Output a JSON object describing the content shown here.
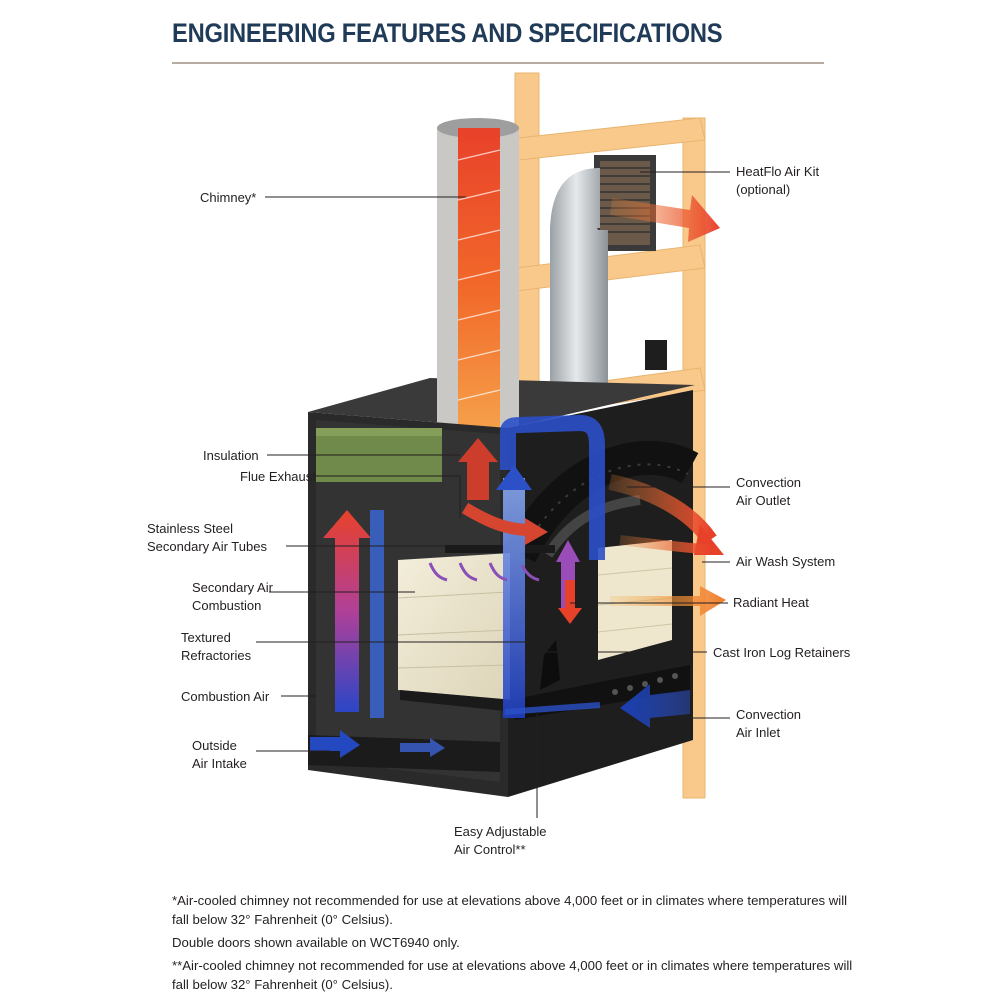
{
  "title": "ENGINEERING FEATURES AND SPECIFICATIONS",
  "labels": {
    "chimney": "Chimney*",
    "heatflo_1": "HeatFlo Air Kit",
    "heatflo_2": "(optional)",
    "insulation": "Insulation",
    "flue_exhaust": "Flue Exhaust",
    "conv_outlet_1": "Convection",
    "conv_outlet_2": "Air Outlet",
    "stainless_1": "Stainless Steel",
    "stainless_2": "Secondary Air Tubes",
    "air_wash": "Air Wash System",
    "secondary_1": "Secondary Air",
    "secondary_2": "Combustion",
    "radiant": "Radiant Heat",
    "textured_1": "Textured",
    "textured_2": "Refractories",
    "cast_iron": "Cast Iron Log Retainers",
    "combustion_air": "Combustion Air",
    "conv_inlet_1": "Convection",
    "conv_inlet_2": "Air Inlet",
    "outside_1": "Outside",
    "outside_2": "Air Intake",
    "easy_1": "Easy Adjustable",
    "easy_2": "Air Control**"
  },
  "notes": {
    "note1": "*Air-cooled chimney not recommended for use at elevations above 4,000 feet or in climates where temperatures will fall below 32° Fahrenheit (0° Celsius).",
    "note2": "Double doors shown available on WCT6940 only.",
    "note3": "**Air-cooled chimney not recommended for use at elevations above 4,000 feet or in climates where temperatures will fall below 32° Fahrenheit (0° Celsius)."
  },
  "colors": {
    "title": "#1f3b57",
    "framing": "#f8c98a",
    "firebox": "#2b2b2b",
    "hot_air": "#e8412a",
    "cool_air": "#1f4fb5",
    "insulation": "#6f8a4a"
  }
}
